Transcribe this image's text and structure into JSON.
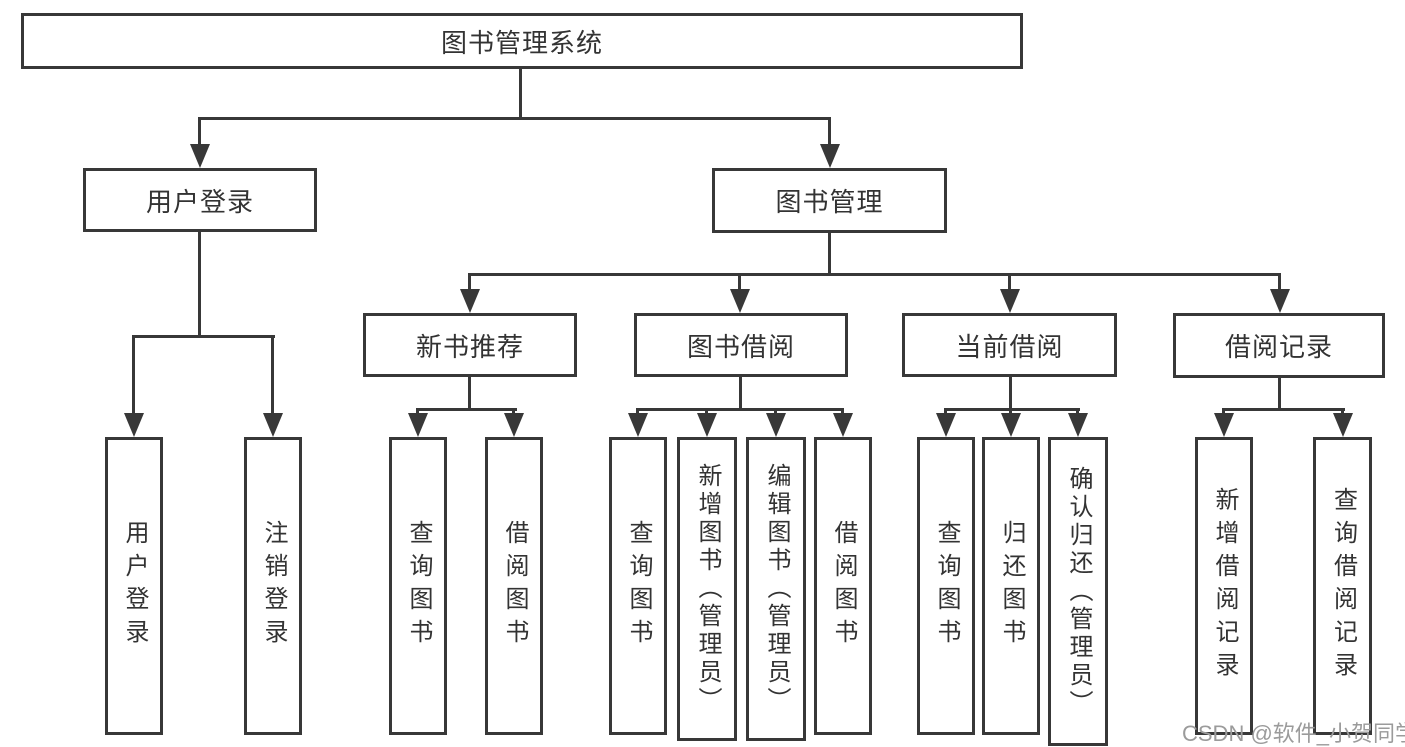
{
  "diagram": {
    "root": {
      "label": "图书管理系统"
    },
    "level2": [
      {
        "label": "用户登录"
      },
      {
        "label": "图书管理"
      }
    ],
    "level3": [
      {
        "label": "新书推荐"
      },
      {
        "label": "图书借阅"
      },
      {
        "label": "当前借阅"
      },
      {
        "label": "借阅记录"
      }
    ],
    "level4": [
      {
        "label": "用户登录"
      },
      {
        "label": "注销登录"
      },
      {
        "label": "查询图书"
      },
      {
        "label": "借阅图书"
      },
      {
        "label": "查询图书"
      },
      {
        "label": "新增图书（管理员）"
      },
      {
        "label": "编辑图书（管理员）"
      },
      {
        "label": "借阅图书"
      },
      {
        "label": "查询图书"
      },
      {
        "label": "归还图书"
      },
      {
        "label": "确认归还（管理员）"
      },
      {
        "label": "新增借阅记录"
      },
      {
        "label": "查询借阅记录"
      }
    ],
    "watermark": "CSDN @软件_小贺同学",
    "colors": {
      "line": "#383838",
      "text": "#333333",
      "box_background": "#ffffff",
      "watermark": "#9b9b9b"
    }
  }
}
